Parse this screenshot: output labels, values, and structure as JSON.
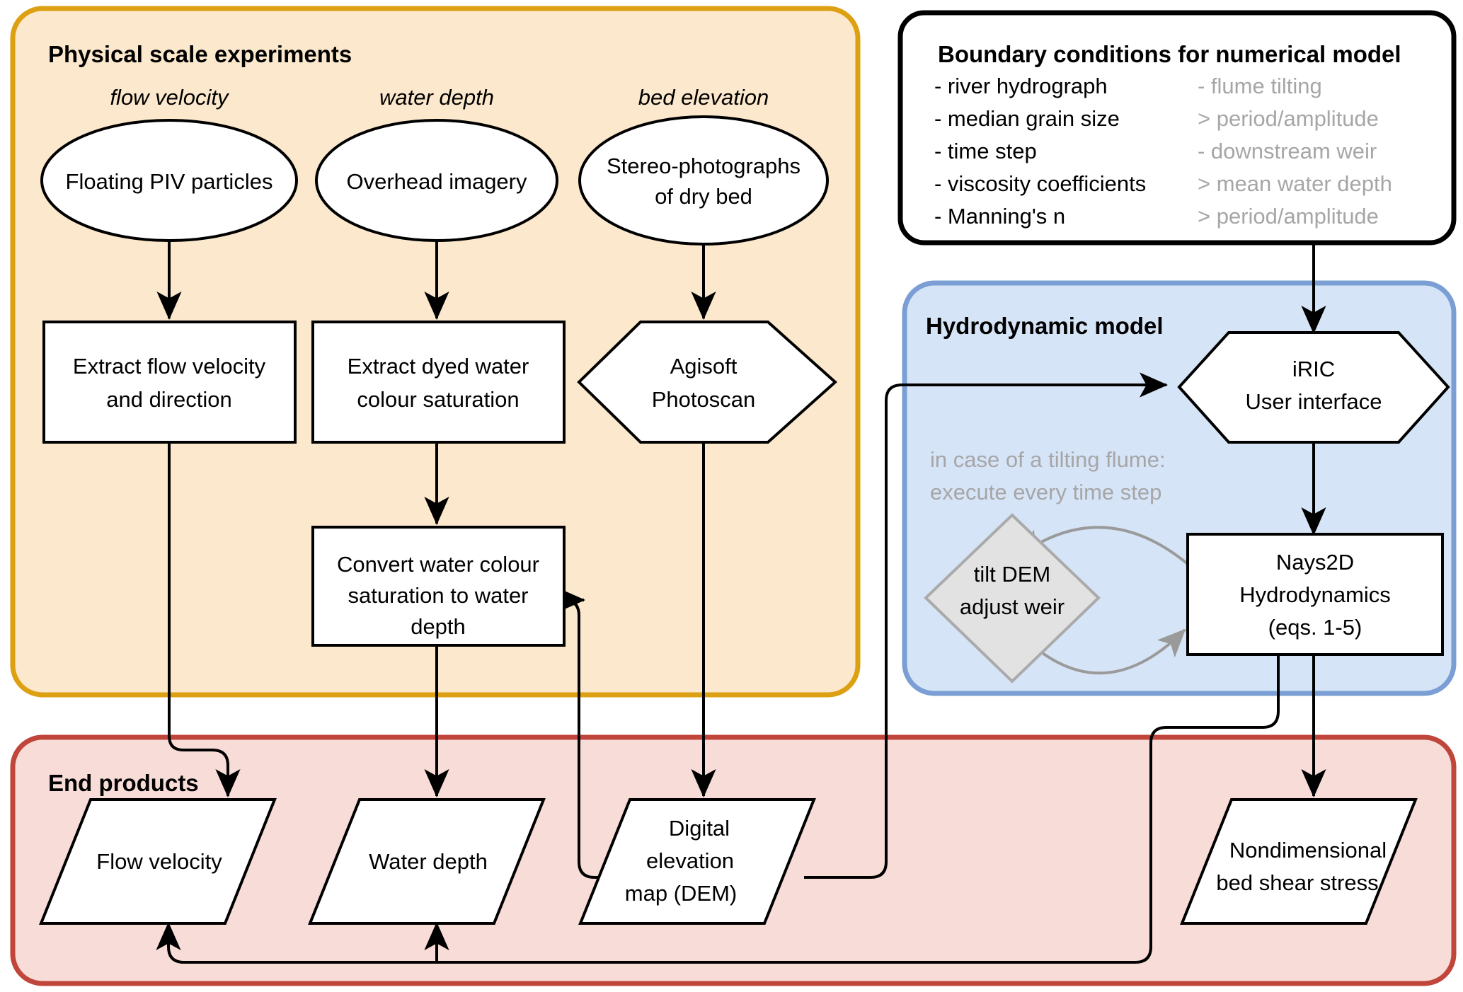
{
  "diagram": {
    "title": "Flowchart of physical scale experiments and hydrodynamic modelling workflow",
    "colors": {
      "orange_border": "#dda012",
      "orange_fill": "#fce8cc",
      "blue_border": "#7b9fd4",
      "blue_fill": "#d6e4f7",
      "red_border": "#c0453a",
      "red_fill": "#f8dcd7",
      "gray_text": "#a6a6a6",
      "gray_shape_fill": "#e2e2e2",
      "black": "#000000",
      "white": "#ffffff"
    }
  },
  "panels": {
    "physical": {
      "title": "Physical scale experiments"
    },
    "boundary": {
      "title": "Boundary conditions for numerical model"
    },
    "hydrodynamic": {
      "title": "Hydrodynamic model"
    },
    "endproducts": {
      "title": "End products"
    }
  },
  "physical": {
    "column_labels": [
      "flow velocity",
      "water depth",
      "bed elevation"
    ],
    "sources": [
      {
        "line1": "Floating PIV particles",
        "line2": ""
      },
      {
        "line1": "Overhead imagery",
        "line2": ""
      },
      {
        "line1": "Stereo-photographs",
        "line2": "of dry bed"
      }
    ],
    "processes": [
      {
        "line1": "Extract flow velocity",
        "line2": "and direction",
        "line3": ""
      },
      {
        "line1": "Extract dyed water",
        "line2": "colour saturation",
        "line3": ""
      },
      {
        "line1": "Agisoft",
        "line2": "Photoscan",
        "line3": ""
      }
    ],
    "convert": {
      "line1": "Convert water colour",
      "line2": "saturation to water",
      "line3": "depth"
    }
  },
  "boundary": {
    "left_items": [
      "- river hydrograph",
      "- median grain size",
      "- time step",
      "- viscosity coefficients",
      "- Manning's n"
    ],
    "right_items": [
      "- flume tilting",
      "> period/amplitude",
      "- downstream weir",
      "> mean water depth",
      "> period/amplitude"
    ]
  },
  "hydrodynamic": {
    "iric": {
      "line1": "iRIC",
      "line2": "User interface"
    },
    "note": {
      "line1": "in case of a tilting flume:",
      "line2": "execute every time step"
    },
    "tilt": {
      "line1": "tilt DEM",
      "line2": "adjust weir"
    },
    "nays2d": {
      "line1": "Nays2D",
      "line2": "Hydrodynamics",
      "line3": "(eqs. 1-5)"
    }
  },
  "endproducts": {
    "items": [
      {
        "line1": "Flow velocity",
        "line2": "",
        "line3": ""
      },
      {
        "line1": "Water depth",
        "line2": "",
        "line3": ""
      },
      {
        "line1": "Digital",
        "line2": "elevation",
        "line3": "map (DEM)"
      },
      {
        "line1": "Nondimensional",
        "line2": "bed shear stress",
        "line3": ""
      }
    ]
  }
}
